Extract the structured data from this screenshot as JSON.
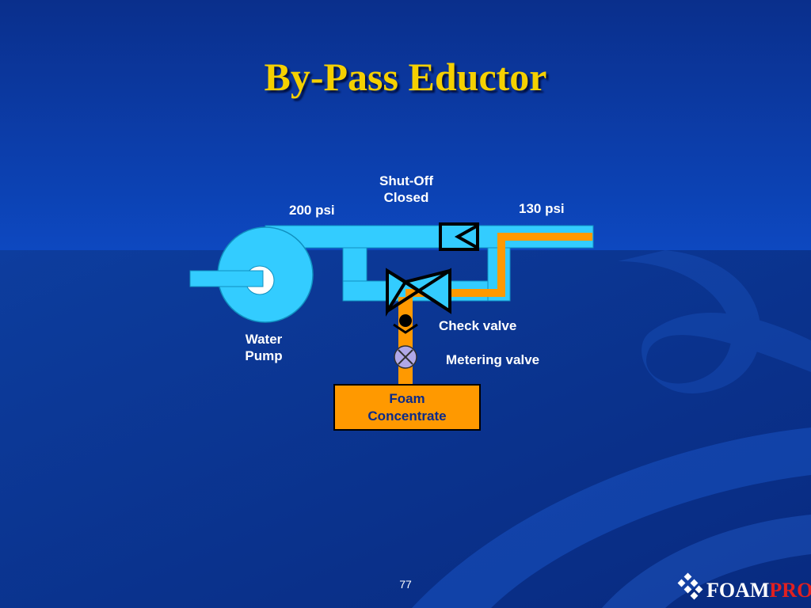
{
  "title": "By-Pass Eductor",
  "labels": {
    "shutoff_line1": "Shut-Off",
    "shutoff_line2": "Closed",
    "pressure_in": "200 psi",
    "pressure_out": "130 psi",
    "check_valve": "Check valve",
    "metering_valve": "Metering  valve",
    "pump_line1": "Water",
    "pump_line2": "Pump",
    "foam_line1": "Foam",
    "foam_line2": "Concentrate"
  },
  "page_number": "77",
  "logo": {
    "foam": "FOAM",
    "pro": "PRO",
    "reg": "®"
  },
  "colors": {
    "background_top": "#0b3aa8",
    "background_bottom": "#0a2f8c",
    "water_pipe": "#33ccff",
    "foam_pipe": "#ff9900",
    "title": "#f5d000",
    "label": "#ffffff",
    "logo_accent": "#e02020"
  },
  "icons": [
    "water-pump-icon",
    "shutoff-valve-icon",
    "eductor-valve-icon",
    "check-valve-icon",
    "metering-valve-icon",
    "foampro-diamond-icon"
  ]
}
